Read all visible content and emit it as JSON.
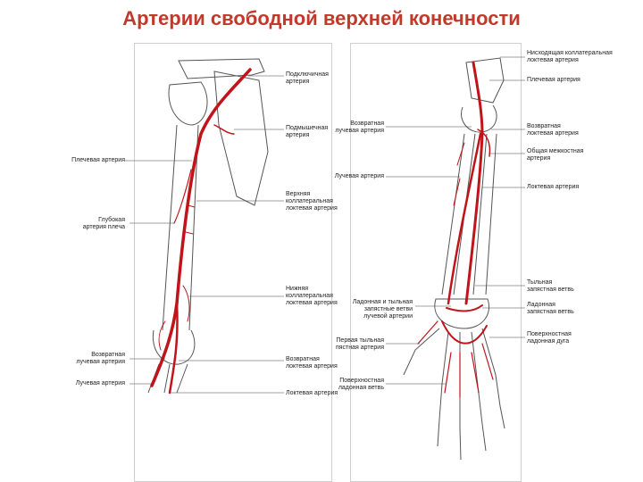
{
  "title": "Артерии свободной верхней конечности",
  "colors": {
    "title": "#c0392b",
    "artery": "#c0141a",
    "bone": "#555555",
    "leader": "#444444"
  },
  "left_panel": {
    "labels_right": [
      [
        "Подключичная",
        "артерия"
      ],
      [
        "Подмышечная",
        "артерия"
      ],
      [
        "Верхняя",
        "коллатеральная",
        "локтевая артерия"
      ],
      [
        "Нижняя",
        "коллатеральная",
        "локтевая артерия"
      ],
      [
        "Возвратная",
        "локтевая артерия"
      ],
      [
        "Локтевая артерия"
      ]
    ],
    "labels_left": [
      [
        "Плечевая артерия"
      ],
      [
        "Глубокая",
        "артерия плеча"
      ],
      [
        "Возвратная",
        "лучевая артерия"
      ],
      [
        "Лучевая артерия"
      ]
    ]
  },
  "right_panel": {
    "labels_right": [
      [
        "Нисходящая коллатеральная",
        "локтевая артерия"
      ],
      [
        "Плечевая артерия"
      ],
      [
        "Возвратная",
        "локтевая артерия"
      ],
      [
        "Общая межкостная",
        "артерия"
      ],
      [
        "Локтевая артерия"
      ],
      [
        "Тыльная",
        "запястная ветвь"
      ],
      [
        "Ладонная",
        "запястная ветвь"
      ],
      [
        "Поверхностная",
        "ладонная дуга"
      ]
    ],
    "labels_left": [
      [
        "Возвратная",
        "лучевая артерия"
      ],
      [
        "Лучевая артерия"
      ],
      [
        "Ладонная и тыльная",
        "запястные ветви",
        "лучевой артерии"
      ],
      [
        "Первая тыльная",
        "пястная артерия"
      ],
      [
        "Поверхностная",
        "ладонная ветвь"
      ]
    ]
  }
}
